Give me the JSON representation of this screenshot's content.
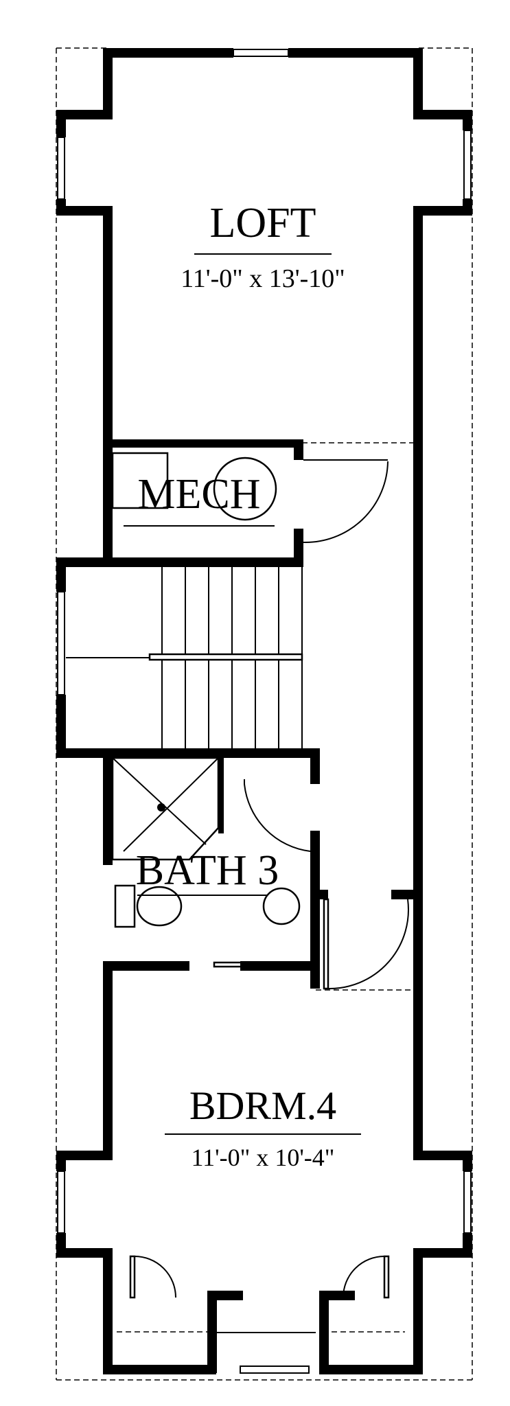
{
  "rooms": {
    "loft": {
      "name": "LOFT",
      "dimensions": "11'-0\" x 13'-10\""
    },
    "mech": {
      "name": "MECH"
    },
    "bath3": {
      "name": "BATH 3"
    },
    "bdrm4": {
      "name": "BDRM.4",
      "dimensions": "11'-0\" x 10'-4\""
    }
  },
  "colors": {
    "ink": "#000000",
    "paper": "#ffffff"
  }
}
